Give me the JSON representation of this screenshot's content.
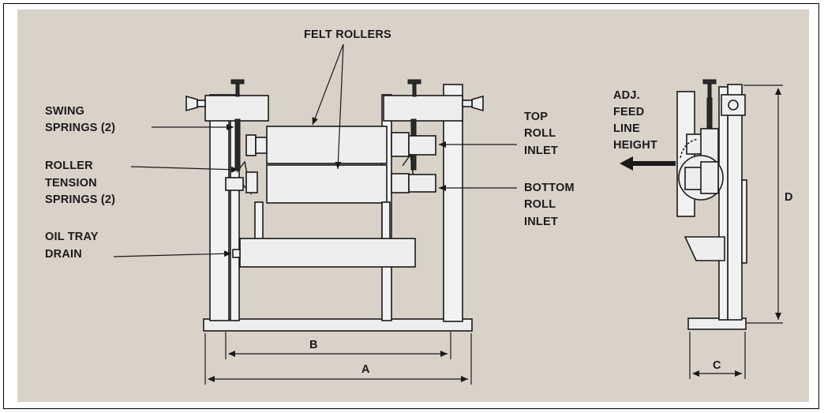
{
  "labels": {
    "felt_rollers": "FELT ROLLERS",
    "swing_springs": [
      "SWING",
      "SPRINGS (2)"
    ],
    "roller_tension_springs": [
      "ROLLER",
      "TENSION",
      "SPRINGS (2)"
    ],
    "oil_tray_drain": [
      "OIL TRAY",
      "DRAIN"
    ],
    "top_roll_inlet": [
      "TOP",
      "ROLL",
      "INLET"
    ],
    "bottom_roll_inlet": [
      "BOTTOM",
      "ROLL",
      "INLET"
    ],
    "adj_feed_line_height": [
      "ADJ.",
      "FEED",
      "LINE",
      "HEIGHT"
    ]
  },
  "dimensions": {
    "a": "A",
    "b": "B",
    "c": "C",
    "d": "D"
  },
  "colors": {
    "background": "#d8d2c9",
    "frame": "#000000",
    "parts": "#eeeeee",
    "ink": "#1a1a1a"
  }
}
